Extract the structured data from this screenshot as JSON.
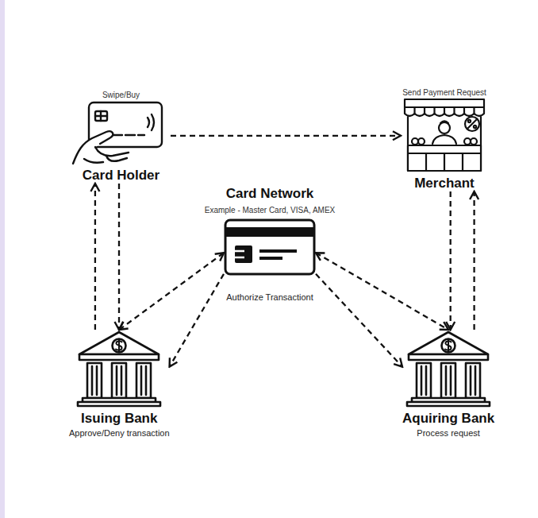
{
  "diagram": {
    "nodes": [
      {
        "text": [
          "Swipe/Buy",
          "Card Holder"
        ]
      },
      {
        "text": [
          "Send Payment Request",
          "Merchant"
        ]
      },
      {
        "text": [
          "Card Network",
          "Example - Master Card, VISA, AMEX",
          "Authorize Transactiont"
        ]
      },
      {
        "text": [
          "Isuing Bank",
          "Approve/Deny transaction"
        ]
      },
      {
        "text": [
          "Aquiring Bank",
          "Process request"
        ]
      }
    ],
    "edges": [
      {
        "from": 0,
        "to": 1,
        "arrow": "to"
      },
      {
        "from": 0,
        "to": 3,
        "arrow": "to"
      },
      {
        "from": 3,
        "to": 0,
        "arrow": "to"
      },
      {
        "from": 3,
        "to": 2,
        "arrow": "both"
      },
      {
        "from": 2,
        "to": 3,
        "arrow": "to"
      },
      {
        "from": 2,
        "to": 4,
        "arrow": "both"
      },
      {
        "from": 2,
        "to": 4,
        "arrow": "to"
      },
      {
        "from": 1,
        "to": 4,
        "arrow": "to"
      },
      {
        "from": 4,
        "to": 1,
        "arrow": "to"
      }
    ]
  }
}
